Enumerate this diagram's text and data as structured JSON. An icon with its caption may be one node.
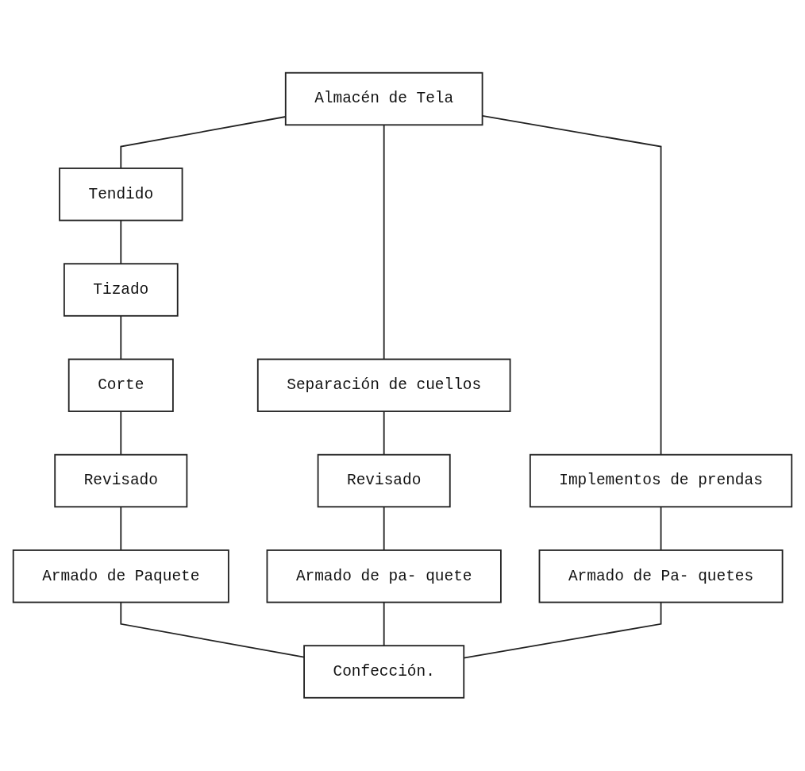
{
  "diagram": {
    "nodes": [
      {
        "text": [
          "Almacén de Tela"
        ]
      },
      {
        "text": [
          "Tendido"
        ]
      },
      {
        "text": [
          "Separación de cuellos"
        ]
      },
      {
        "text": [
          "Implementos de prendas"
        ]
      },
      {
        "text": [
          "Tizado"
        ]
      },
      {
        "text": [
          "Corte"
        ]
      },
      {
        "text": [
          "Revisado"
        ]
      },
      {
        "text": [
          "Armado de Pa- quetes"
        ]
      },
      {
        "text": [
          "Revisado"
        ]
      },
      {
        "text": [
          "Armado de pa- quete"
        ]
      },
      {
        "text": [
          "Armado de Paquete"
        ]
      },
      {
        "text": [
          "Confección."
        ]
      }
    ],
    "edges": [
      {
        "from": 0,
        "to": 1,
        "arrow": "none"
      },
      {
        "from": 0,
        "to": 2,
        "arrow": "none"
      },
      {
        "from": 0,
        "to": 3,
        "arrow": "none"
      },
      {
        "from": 1,
        "to": 4,
        "arrow": "none"
      },
      {
        "from": 4,
        "to": 5,
        "arrow": "none"
      },
      {
        "from": 5,
        "to": 8,
        "arrow": "none"
      },
      {
        "from": 8,
        "to": 10,
        "arrow": "none"
      },
      {
        "from": 2,
        "to": 6,
        "arrow": "none"
      },
      {
        "from": 6,
        "to": 9,
        "arrow": "none"
      },
      {
        "from": 3,
        "to": 7,
        "arrow": "none"
      },
      {
        "from": 10,
        "to": 11,
        "arrow": "none"
      },
      {
        "from": 9,
        "to": 11,
        "arrow": "none"
      },
      {
        "from": 7,
        "to": 11,
        "arrow": "none"
      }
    ]
  }
}
